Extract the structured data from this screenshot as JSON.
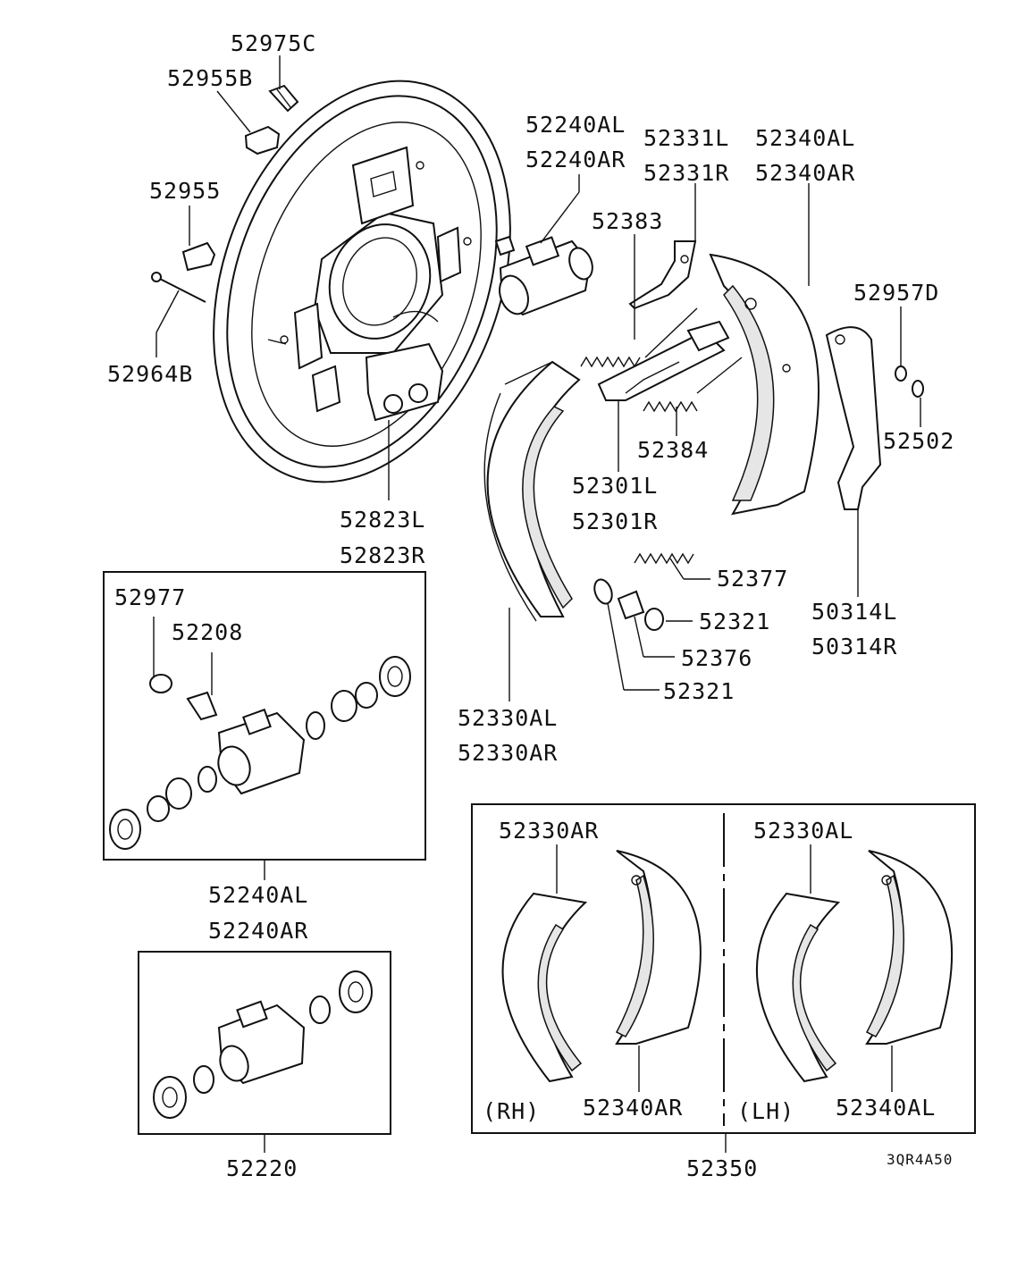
{
  "labels": {
    "p52975C": "52975C",
    "p52955B": "52955B",
    "p52955": "52955",
    "p52964B": "52964B",
    "p52823L": "52823L",
    "p52823R": "52823R",
    "p52240AL_top": "52240AL",
    "p52240AR_top": "52240AR",
    "p52331L": "52331L",
    "p52331R": "52331R",
    "p52340AL_top": "52340AL",
    "p52340AR_top": "52340AR",
    "p52383": "52383",
    "p52957D": "52957D",
    "p52502": "52502",
    "p52384": "52384",
    "p52301L": "52301L",
    "p52301R": "52301R",
    "p52377": "52377",
    "p50314L": "50314L",
    "p50314R": "50314R",
    "p52321a": "52321",
    "p52376": "52376",
    "p52321b": "52321",
    "p52330AL_mid": "52330AL",
    "p52330AR_mid": "52330AR",
    "p52977": "52977",
    "p52208": "52208",
    "p52240AL_kit": "52240AL",
    "p52240AR_kit": "52240AR",
    "p52220": "52220",
    "p52330AR_box": "52330AR",
    "p52330AL_box": "52330AL",
    "p52340AR_box": "52340AR",
    "p52340AL_box": "52340AL",
    "rh": "(RH)",
    "lh": "(LH)",
    "p52350": "52350",
    "code": "3QR4A50"
  }
}
